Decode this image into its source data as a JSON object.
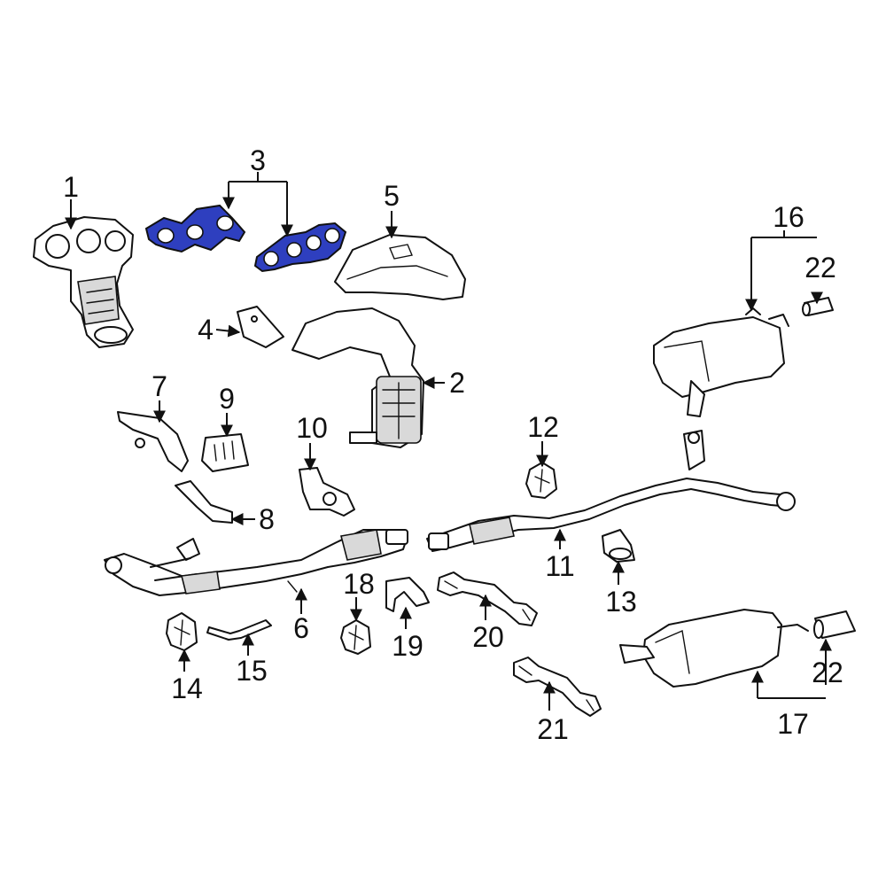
{
  "highlight_color": "#2e3fbf",
  "callouts": [
    {
      "id": "1",
      "text": "1"
    },
    {
      "id": "2",
      "text": "2"
    },
    {
      "id": "3",
      "text": "3"
    },
    {
      "id": "4",
      "text": "4"
    },
    {
      "id": "5",
      "text": "5"
    },
    {
      "id": "6",
      "text": "6"
    },
    {
      "id": "7",
      "text": "7"
    },
    {
      "id": "8",
      "text": "8"
    },
    {
      "id": "9",
      "text": "9"
    },
    {
      "id": "10",
      "text": "10"
    },
    {
      "id": "11",
      "text": "11"
    },
    {
      "id": "12",
      "text": "12"
    },
    {
      "id": "13",
      "text": "13"
    },
    {
      "id": "14",
      "text": "14"
    },
    {
      "id": "15",
      "text": "15"
    },
    {
      "id": "16",
      "text": "16"
    },
    {
      "id": "17",
      "text": "17"
    },
    {
      "id": "18",
      "text": "18"
    },
    {
      "id": "19",
      "text": "19"
    },
    {
      "id": "20",
      "text": "20"
    },
    {
      "id": "21",
      "text": "21"
    },
    {
      "id": "22a",
      "text": "22"
    },
    {
      "id": "22b",
      "text": "22"
    }
  ]
}
